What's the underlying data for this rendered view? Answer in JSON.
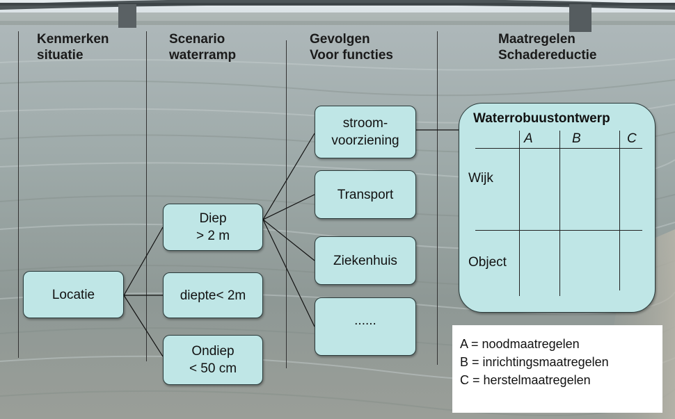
{
  "columns": {
    "col1": [
      "Kenmerken",
      "situatie"
    ],
    "col2": [
      "Scenario",
      "waterramp"
    ],
    "col3": [
      "Gevolgen",
      "Voor functies"
    ],
    "col4": [
      "Maatregelen",
      "Schadereductie"
    ]
  },
  "nodes": {
    "locatie": "Locatie",
    "diep": [
      "Diep",
      "> 2 m"
    ],
    "diepte": "diepte< 2m",
    "ondiep": [
      "Ondiep",
      "< 50 cm"
    ],
    "stroom": [
      "stroom-",
      "voorziening"
    ],
    "transport": "Transport",
    "ziekenhuis": "Ziekenhuis",
    "more": "......"
  },
  "panel": {
    "title": "Waterrobuustontwerp",
    "cols": [
      "A",
      "B",
      "C"
    ],
    "rows": [
      "Wijk",
      "Object"
    ]
  },
  "legend": [
    "A = noodmaatregelen",
    "B = inrichtingsmaatregelen",
    "C = herstelmaatregelen"
  ]
}
